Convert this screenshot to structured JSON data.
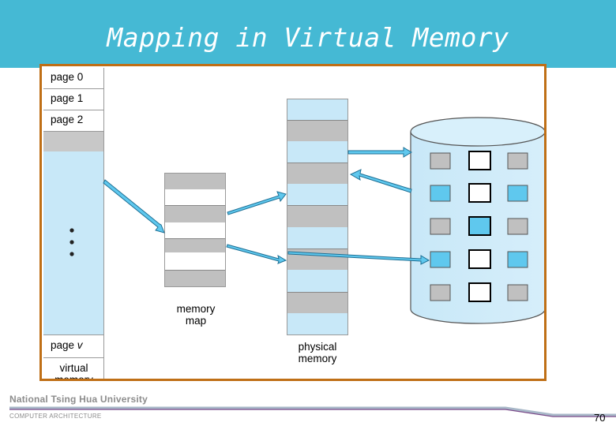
{
  "title": "Mapping in Virtual Memory",
  "virtual_memory": {
    "pages": [
      "page 0",
      "page 1",
      "page 2"
    ],
    "page_v_prefix": "page ",
    "page_v_var": "v",
    "caption": "virtual\nmemory"
  },
  "memory_map": {
    "caption": "memory\nmap"
  },
  "physical_memory": {
    "caption": "physical\nmemory"
  },
  "footer": {
    "university": "National  Tsing  Hua  University",
    "department": "COMPUTER   ARCHITECTURE",
    "page_number": "70"
  },
  "colors": {
    "header": "#45b9d4",
    "frame_border": "#bf6f16",
    "light_blue": "#c8e8f8",
    "grey": "#c0c0c0",
    "accent_blue": "#5fc8ee"
  }
}
